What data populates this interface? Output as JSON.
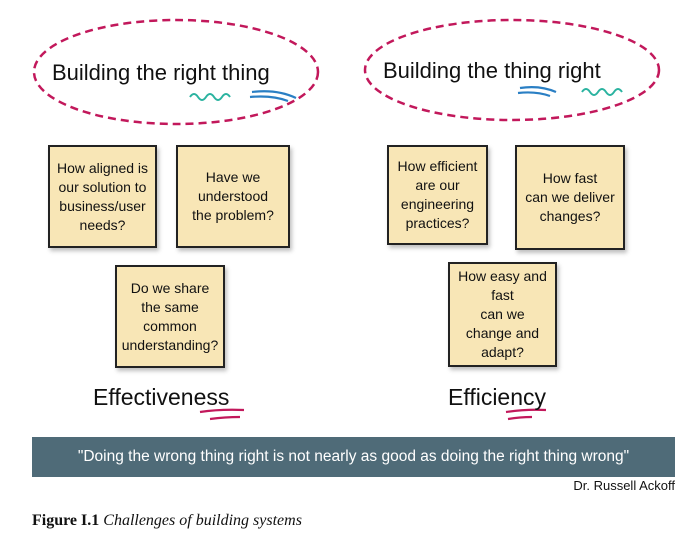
{
  "left": {
    "title": "Building the right thing",
    "notes": [
      "How aligned is\nour solution to\nbusiness/user\nneeds?",
      "Have we\nunderstood\nthe problem?",
      "Do we share\nthe same\ncommon\nunderstanding?"
    ],
    "label": "Effectiveness"
  },
  "right": {
    "title": "Building the thing right",
    "notes": [
      "How efficient\nare our\nengineering\npractices?",
      "How fast\ncan we deliver\nchanges?",
      "How easy and\nfast\ncan we\nchange and\nadapt?"
    ],
    "label": "Efficiency"
  },
  "quote": "\"Doing the wrong thing right is not nearly as good as doing the right thing wrong\"",
  "author": "Dr. Russell Ackoff",
  "caption": {
    "number": "Figure I.1",
    "text": "Challenges of building systems"
  },
  "colors": {
    "ellipse": "#c2185b",
    "banner": "#4f6b78",
    "note": "#f8e6b6",
    "teal": "#2bb3a0",
    "blue": "#2a7fc4"
  }
}
